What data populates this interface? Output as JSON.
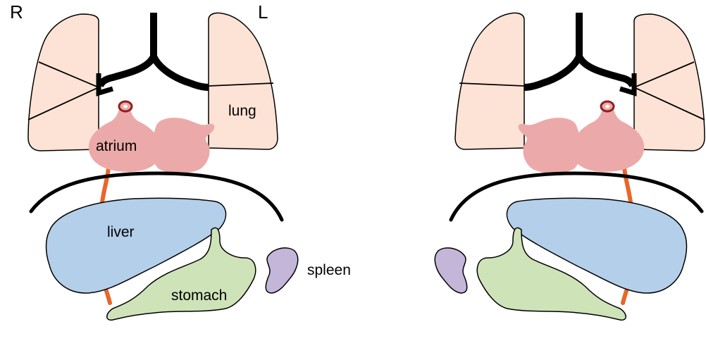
{
  "side_labels": {
    "right": "R",
    "left": "L"
  },
  "organ_labels": {
    "lung": "lung",
    "atrium": "atrium",
    "liver": "liver",
    "stomach": "stomach",
    "spleen": "spleen"
  },
  "colors": {
    "lung": "#fde3d5",
    "heart": "#ebaaa9",
    "atrium_outline": "#8b2220",
    "liver": "#b4cfea",
    "stomach": "#cfe3b9",
    "spleen": "#c3b6d9",
    "vessel": "#e8662a",
    "airway": "#000000",
    "diaphragm": "#000000",
    "outline": "#000000"
  }
}
